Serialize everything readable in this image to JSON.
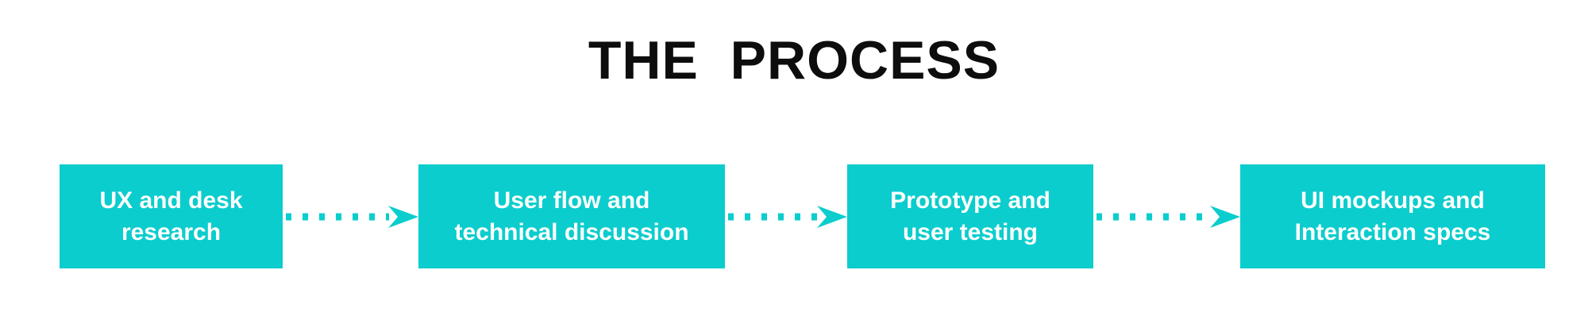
{
  "title": "THE  PROCESS",
  "theme": {
    "accent": "#0bcdcd",
    "title_color": "#0d0d0d",
    "box_text_color": "#ffffff",
    "background": "#ffffff"
  },
  "diagram_data": {
    "type": "process-flow",
    "orientation": "horizontal",
    "connector_style": "dotted-arrow",
    "steps": [
      {
        "index": 1,
        "label": "UX and desk\nresearch",
        "line1": "UX and desk",
        "line2": "research"
      },
      {
        "index": 2,
        "label": "User flow and\ntechnical discussion",
        "line1": "User flow and",
        "line2": "technical discussion"
      },
      {
        "index": 3,
        "label": "Prototype and\nuser testing",
        "line1": "Prototype and",
        "line2": "user testing"
      },
      {
        "index": 4,
        "label": "UI mockups and\nInteraction specs",
        "line1": "UI mockups and",
        "line2": "Interaction specs"
      }
    ],
    "connectors": [
      {
        "from": 1,
        "to": 2
      },
      {
        "from": 2,
        "to": 3
      },
      {
        "from": 3,
        "to": 4
      }
    ]
  }
}
